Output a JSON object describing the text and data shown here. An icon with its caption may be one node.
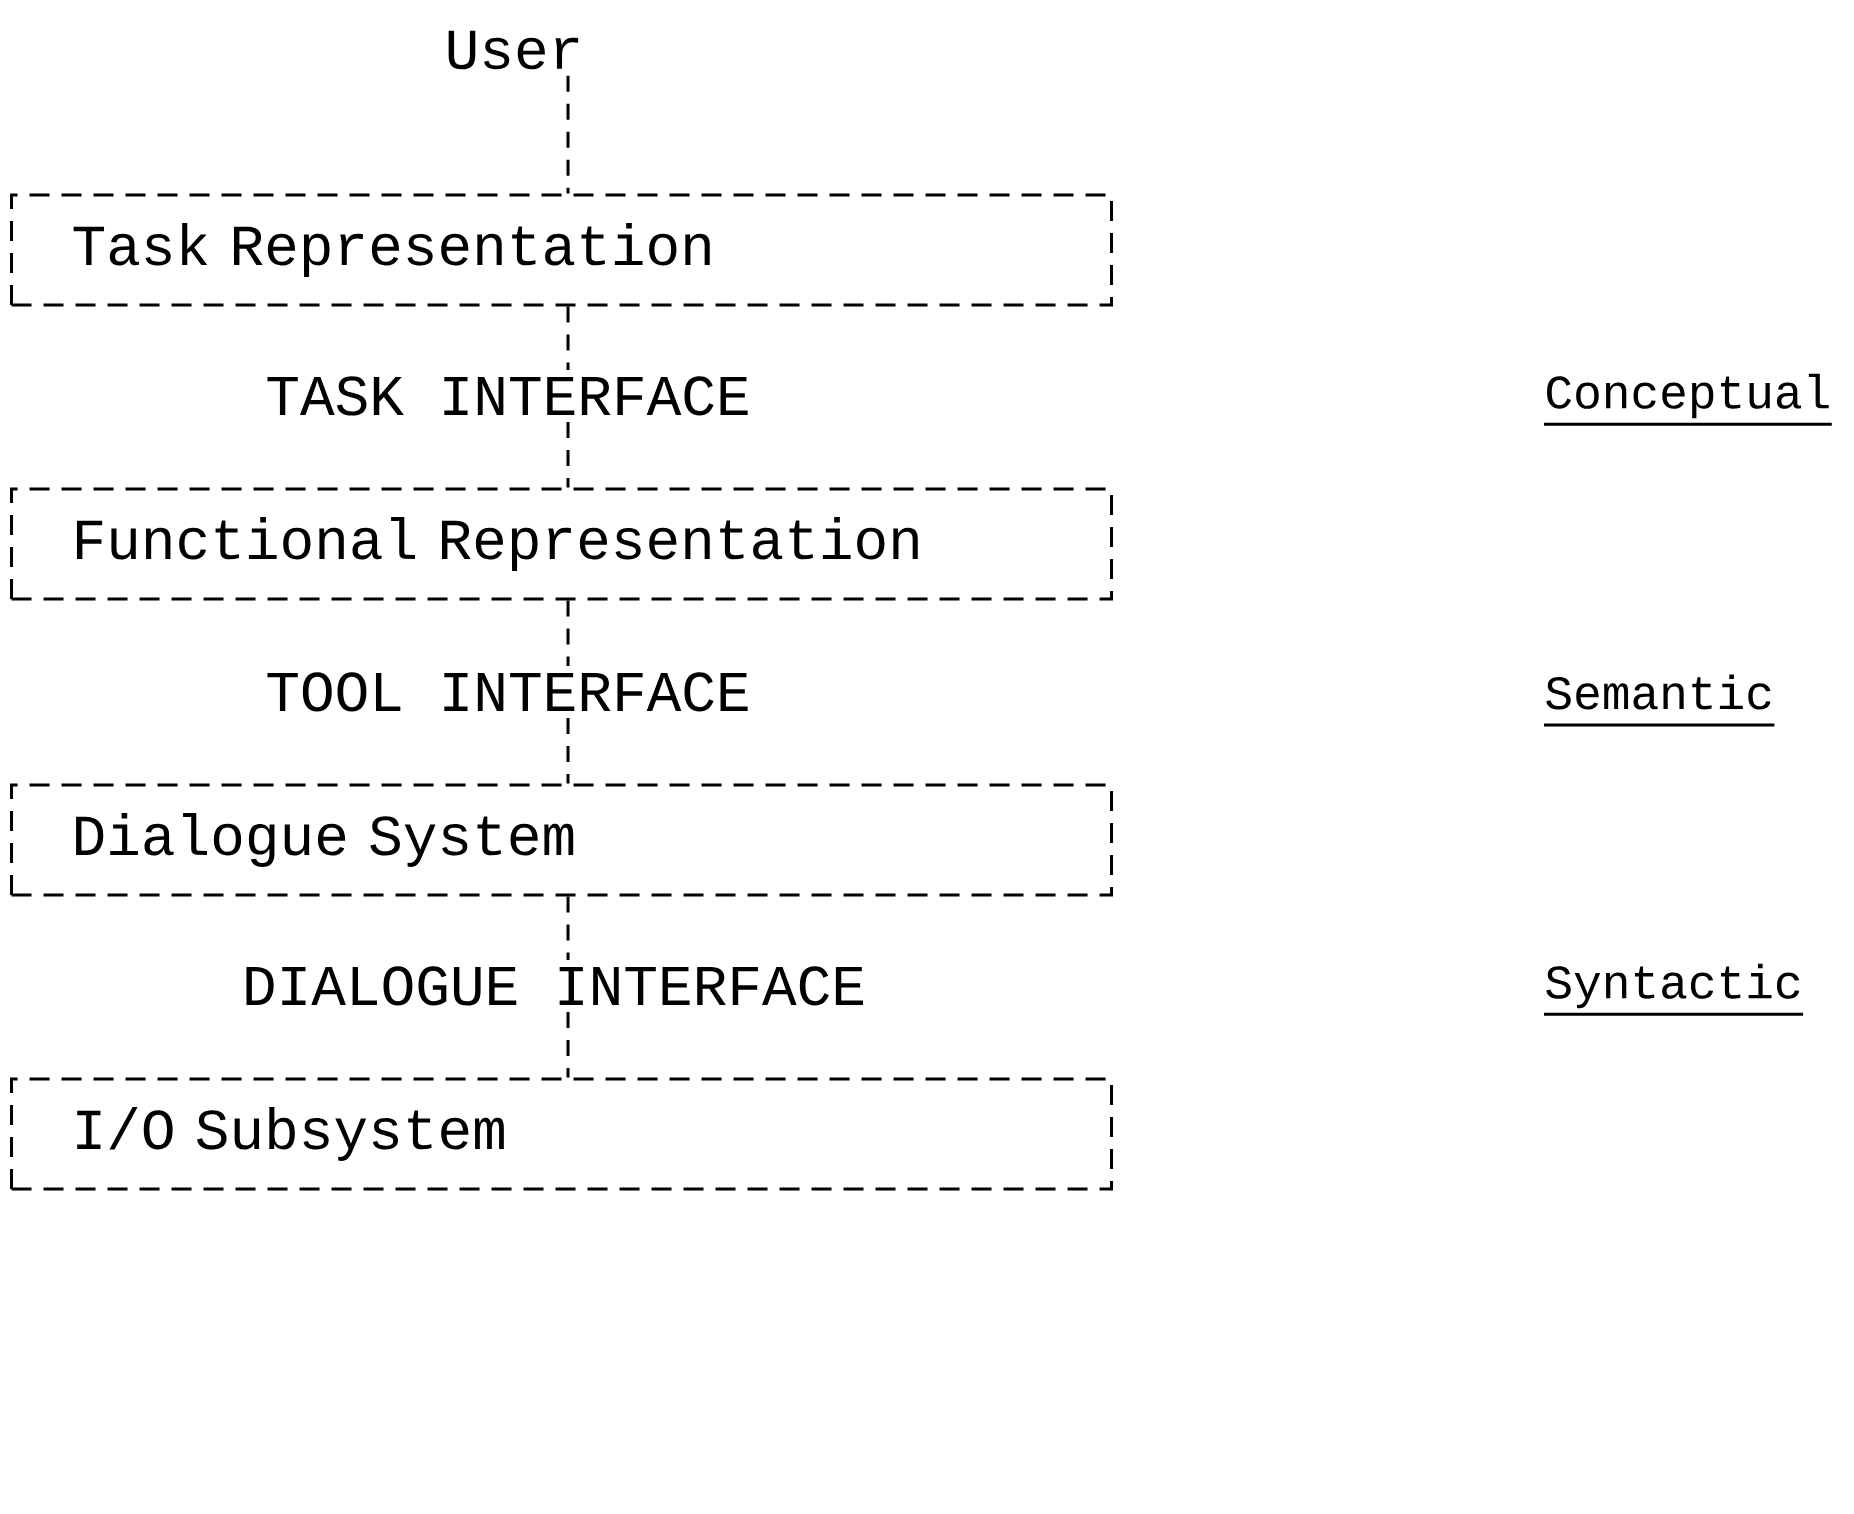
{
  "diagram": {
    "nodes": [
      {
        "text": [
          "User"
        ]
      },
      {
        "text": [
          "Task Representation"
        ]
      },
      {
        "text": [
          "TASK INTERFACE"
        ]
      },
      {
        "text": [
          "Functional Representation"
        ]
      },
      {
        "text": [
          "TOOL INTERFACE"
        ]
      },
      {
        "text": [
          "Dialogue System"
        ]
      },
      {
        "text": [
          "DIALOGUE INTERFACE"
        ]
      },
      {
        "text": [
          "I/O Subsystem"
        ]
      }
    ],
    "edges": [
      {
        "from": 0,
        "to": 1,
        "arrow": "none",
        "style": "dashed"
      },
      {
        "from": 1,
        "to": 2,
        "arrow": "none",
        "style": "dashed"
      },
      {
        "from": 2,
        "to": 3,
        "arrow": "none",
        "style": "dashed"
      },
      {
        "from": 3,
        "to": 4,
        "arrow": "none",
        "style": "dashed"
      },
      {
        "from": 4,
        "to": 5,
        "arrow": "none",
        "style": "dashed"
      },
      {
        "from": 5,
        "to": 6,
        "arrow": "none",
        "style": "dashed"
      },
      {
        "from": 6,
        "to": 7,
        "arrow": "none",
        "style": "dashed"
      }
    ],
    "labels": [
      "Conceptual",
      "Semantic",
      "Syntactic"
    ]
  }
}
